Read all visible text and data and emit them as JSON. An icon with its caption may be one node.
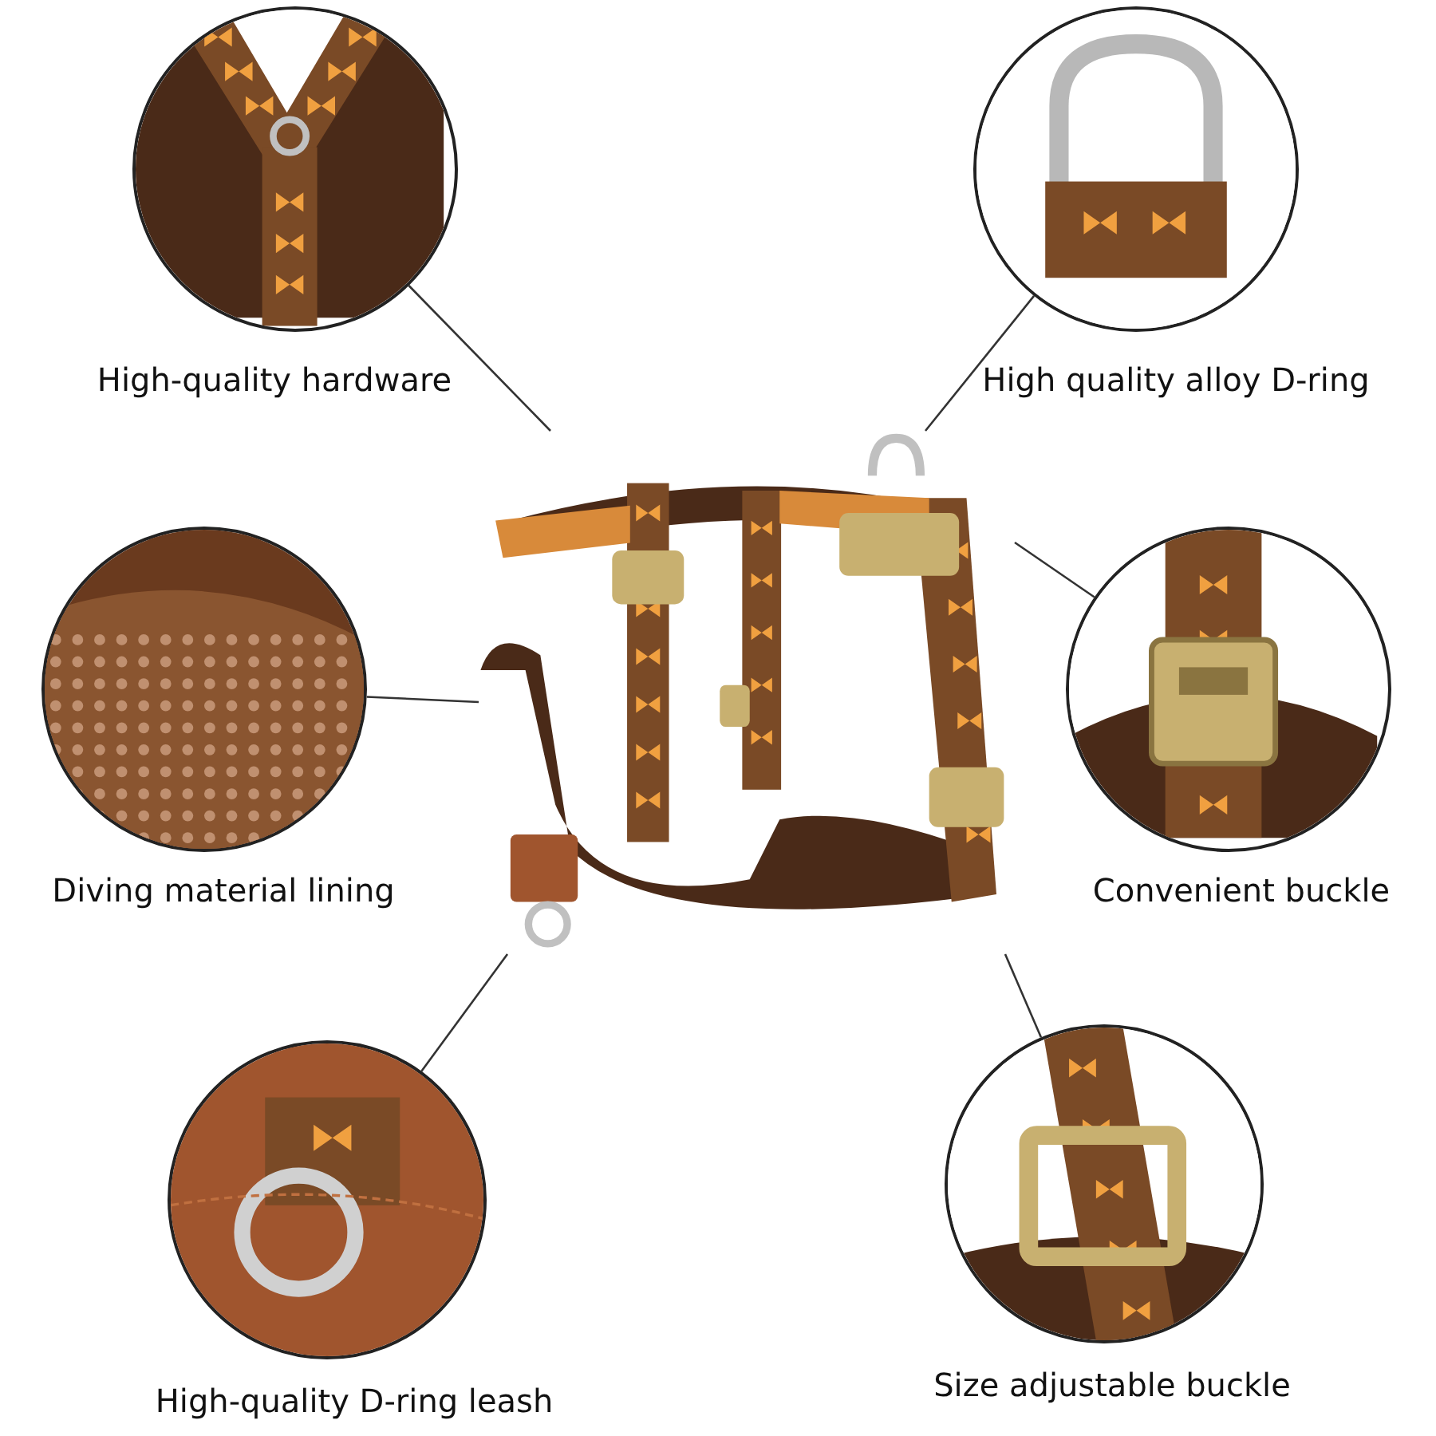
{
  "diagram": {
    "nodes": [
      {
        "text": [],
        "shape": "picture",
        "beside": [
          "High-quality hardware"
        ]
      },
      {
        "text": [],
        "shape": "picture",
        "beside": [
          "High quality alloy D-ring"
        ]
      },
      {
        "text": [],
        "shape": "picture",
        "beside": [
          "Diving material lining"
        ]
      },
      {
        "text": [],
        "shape": "picture"
      },
      {
        "text": [],
        "shape": "picture",
        "beside": [
          "Convenient buckle"
        ]
      },
      {
        "text": [],
        "shape": "picture",
        "beside": [
          "High-quality D-ring leash"
        ]
      },
      {
        "text": [],
        "shape": "picture",
        "beside": [
          "Size adjustable buckle"
        ]
      }
    ],
    "edges": [
      {
        "from": 0,
        "to": 3,
        "arrow": "none"
      },
      {
        "from": 1,
        "to": 3,
        "arrow": "none"
      },
      {
        "from": 2,
        "to": 3,
        "arrow": "none"
      },
      {
        "from": 4,
        "to": 3,
        "arrow": "none"
      },
      {
        "from": 5,
        "to": 3,
        "arrow": "none"
      },
      {
        "from": 6,
        "to": 3,
        "arrow": "none"
      }
    ]
  }
}
